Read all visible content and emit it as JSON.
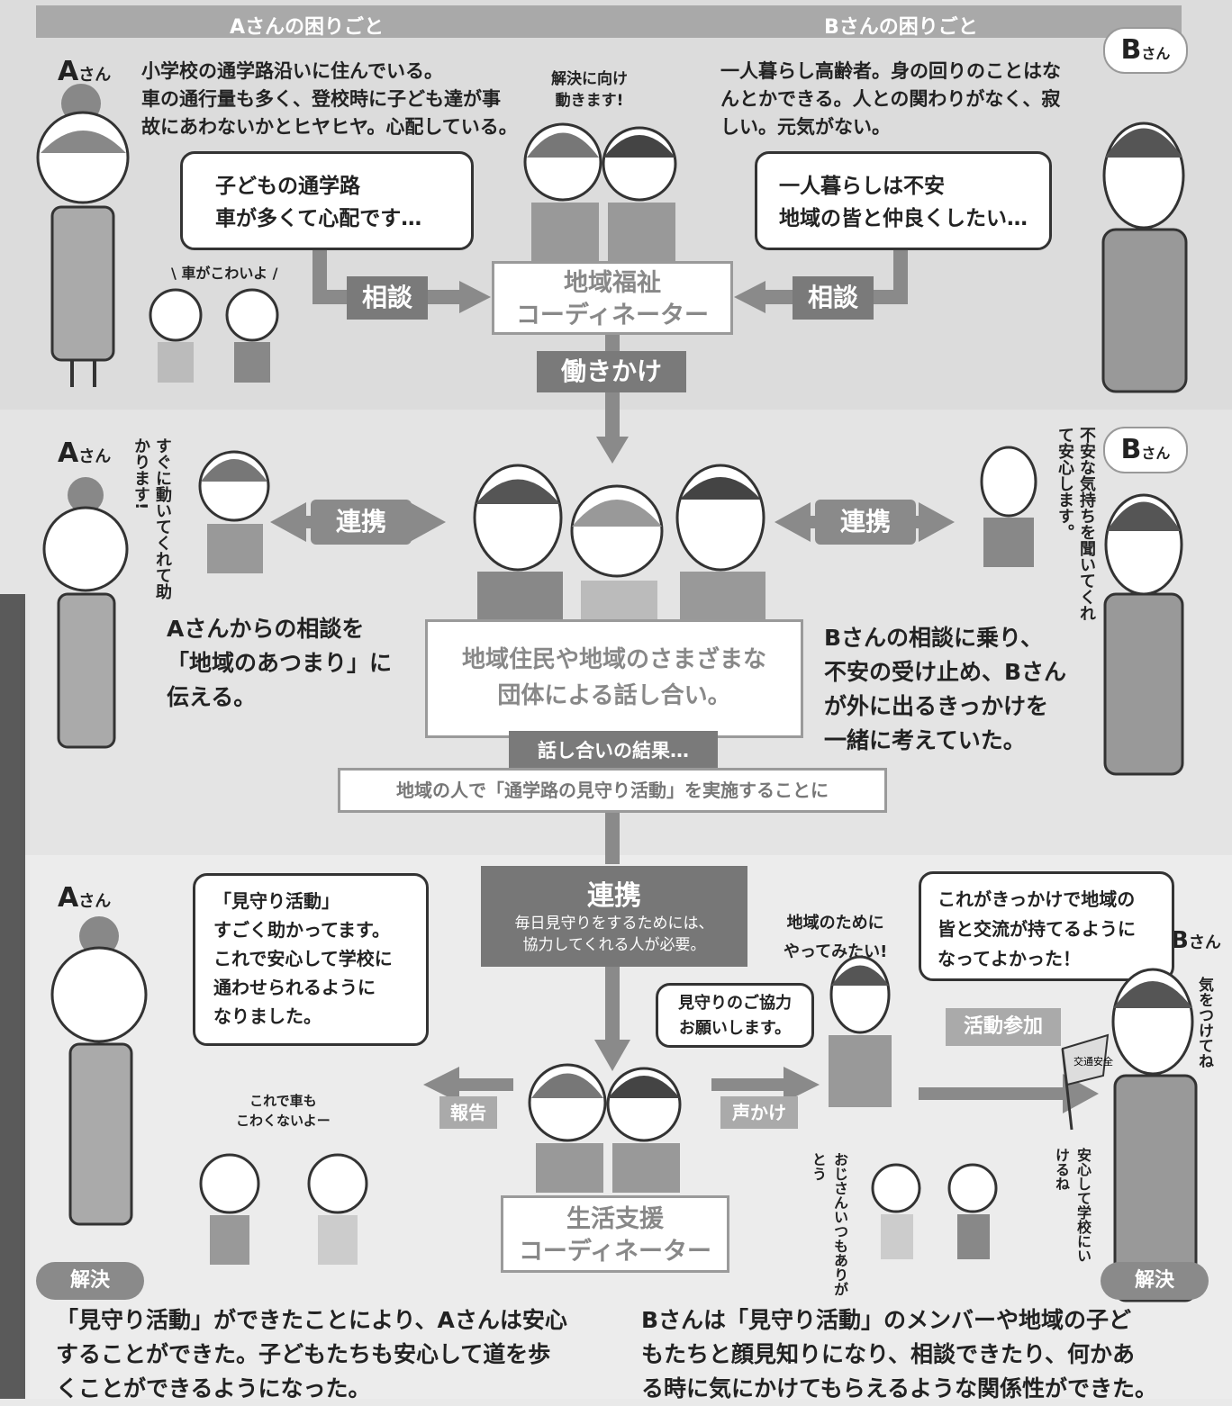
{
  "header": {
    "a_trouble": "Aさんの困りごと",
    "b_trouble": "Bさんの困りごと"
  },
  "persons": {
    "a_label": "A",
    "a_suffix": "さん",
    "b_label": "B",
    "b_suffix": "さん"
  },
  "top": {
    "a_desc": [
      "小学校の通学路沿いに住んでいる。",
      "車の通行量も多く、登校時に子ども達が事",
      "故にあわないかとヒヤヒヤ。心配している。"
    ],
    "b_desc": [
      "一人暮らし高齢者。身の回りのことはな",
      "んとかできる。人との関わりがなく、寂",
      "しい。元気がない。"
    ],
    "a_bubble": [
      "子どもの通学路",
      "車が多くて心配です…"
    ],
    "b_bubble": [
      "一人暮らしは不安",
      "地域の皆と仲良くしたい…"
    ],
    "coord_bubble": [
      "解決に向け",
      "動きます!"
    ],
    "kids_quote": "車がこわいよ",
    "consult_left": "相談",
    "consult_right": "相談",
    "coordinator": [
      "地域福祉",
      "コーディネーター"
    ],
    "action": "働きかけ"
  },
  "middle": {
    "link_left": "連携",
    "link_right": "連携",
    "a_vertical": "すぐに動いてくれて助かります!",
    "b_vertical": "不安な気持ちを聞いてくれて安心します。",
    "a_text": [
      "Aさんからの相談を",
      "「地域のあつまり」に",
      "伝える。"
    ],
    "b_text": [
      "Bさんの相談に乗り、",
      "不安の受け止め、Bさん",
      "が外に出るきっかけを",
      "一緒に考えていた。"
    ],
    "discussion": [
      "地域住民や地域のさまざまな",
      "団体による話し合い。"
    ],
    "result_label": "話し合いの結果…",
    "result_text": "地域の人で「通学路の見守り活動」を実施することに"
  },
  "bottom": {
    "link_title": "連携",
    "link_desc": [
      "毎日見守りをするためには、",
      "協力してくれる人が必要。"
    ],
    "a_bubble": [
      "「見守り活動」",
      "すごく助かってます。",
      "これで安心して学校に",
      "通わせられるように",
      "なりました。"
    ],
    "b_bubble": [
      "これがきっかけで地域の",
      "皆と交流が持てるように",
      "なってよかった！"
    ],
    "volunteer_quote": [
      "地域のために",
      "やってみたい!"
    ],
    "request_bubble": [
      "見守りのご協力",
      "お願いします。"
    ],
    "participate": "活動参加",
    "report": "報告",
    "call": "声かけ",
    "kids_quote": [
      "これで車も",
      "こわくないよー"
    ],
    "b_vertical": "気をつけてね",
    "kids_vertical_1": "おじさんいつもありがとう",
    "kids_vertical_2": "安心して学校にいけるね",
    "flag_text": "交通安全",
    "life_coord": [
      "生活支援",
      "コーディネーター"
    ],
    "resolve_left": "解決",
    "resolve_right": "解決",
    "a_result": [
      "「見守り活動」ができたことにより、Aさんは安心",
      "することができた。子どもたちも安心して道を歩",
      "くことができるようになった。"
    ],
    "b_result": [
      "Bさんは「見守り活動」のメンバーや地域の子ど",
      "もたちと顔見知りになり、相談できたり、何かあ",
      "る時に気にかけてもらえるような関係性ができた。"
    ]
  }
}
